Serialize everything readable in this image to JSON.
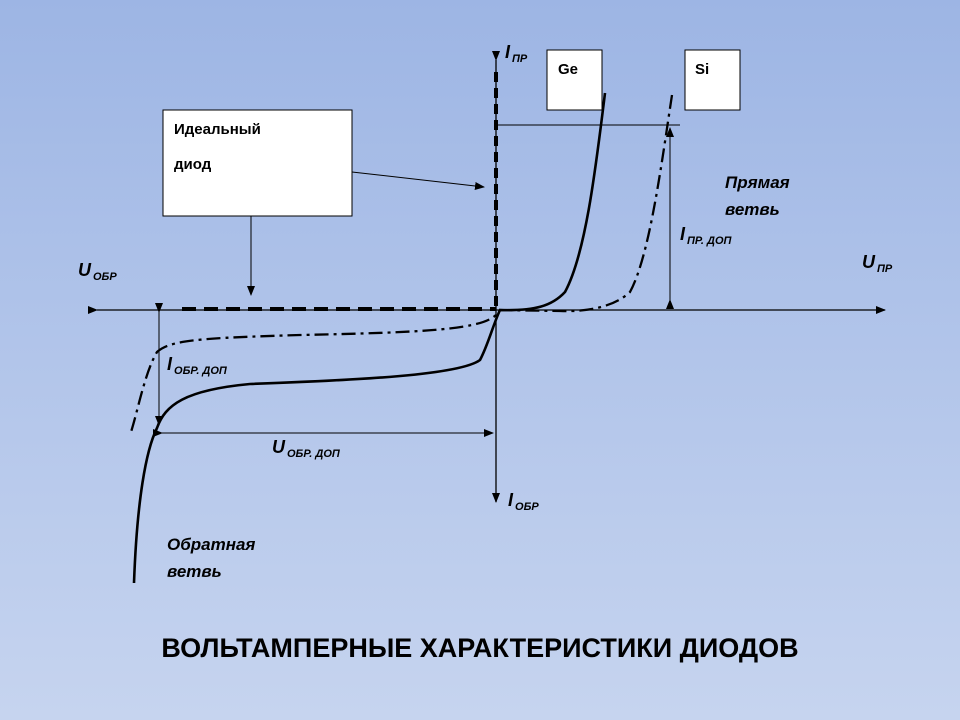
{
  "title": "ВОЛЬТАМПЕРНЫЕ ХАРАКТЕРИСТИКИ ДИОДОВ",
  "axes": {
    "i_pr": {
      "main": "I",
      "sub": "ПР"
    },
    "i_obr": {
      "main": "I",
      "sub": "ОБР"
    },
    "u_pr": {
      "main": "U",
      "sub": "ПР"
    },
    "u_obr": {
      "main": "U",
      "sub": "ОБР"
    }
  },
  "materials": {
    "ge": "Ge",
    "si": "Si"
  },
  "ideal_diode": {
    "line1": "Идеальный",
    "line2": "диод"
  },
  "forward_branch": {
    "line1": "Прямая",
    "line2": "ветвь"
  },
  "reverse_branch": {
    "line1": "Обратная",
    "line2": "ветвь"
  },
  "i_pr_dop": {
    "main": "I",
    "sub": "ПР. ДОП"
  },
  "i_obr_dop": {
    "main": "I",
    "sub": "ОБР. ДОП"
  },
  "u_obr_dop": {
    "main": "U",
    "sub": "ОБР. ДОП"
  },
  "colors": {
    "background_top": "#9db5e4",
    "background_bottom": "#c6d4ef",
    "ink": "#000000",
    "box_fill": "#ffffff"
  }
}
